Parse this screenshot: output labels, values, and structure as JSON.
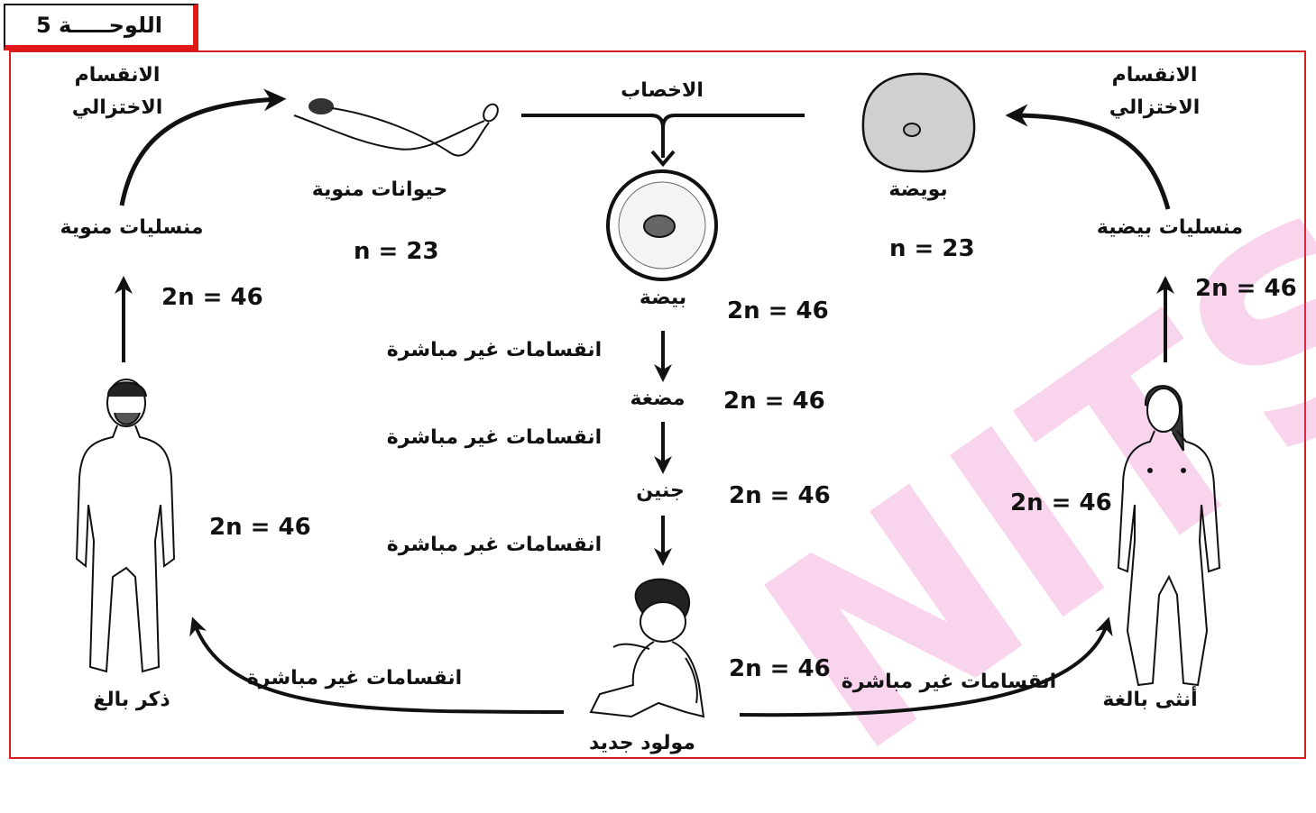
{
  "plate_label": "اللوحـــــة 5",
  "labels": {
    "meiosis_left": "الانقسام\nالاختزالي",
    "meiosis_right": "الانقسام\nالاختزالي",
    "fertilization": "الاخصاب",
    "sperm_cells": "حيوانات منوية",
    "ovum": "بويضة",
    "spermatogonia": "منسليات منوية",
    "oogonia": "منسليات بيضية",
    "zygote": "بيضة",
    "embryo_early": "مضغة",
    "fetus": "جنين",
    "newborn": "مولود جديد",
    "adult_male": "ذكر بالغ",
    "adult_female": "أنثى بالغة",
    "mitosis_1": "انقسامات غير مباشرة",
    "mitosis_2": "انقسامات غير مباشرة",
    "mitosis_3": "انقسامات غبر مباشرة",
    "mitosis_left": "انقسامات غير مباشرة",
    "mitosis_right": "انقسامات غير مباشرة"
  },
  "ploidy": {
    "sperm": "n = 23",
    "ovum": "n = 23",
    "spermatogonia": "2n = 46",
    "oogonia": "2n = 46",
    "zygote": "2n = 46",
    "embryo_early": "2n = 46",
    "fetus": "2n = 46",
    "newborn": "2n = 46",
    "male": "2n = 46",
    "female": "2n = 46"
  },
  "watermark": "NITS",
  "colors": {
    "frame": "#d62020",
    "watermark": "#e040b0"
  }
}
